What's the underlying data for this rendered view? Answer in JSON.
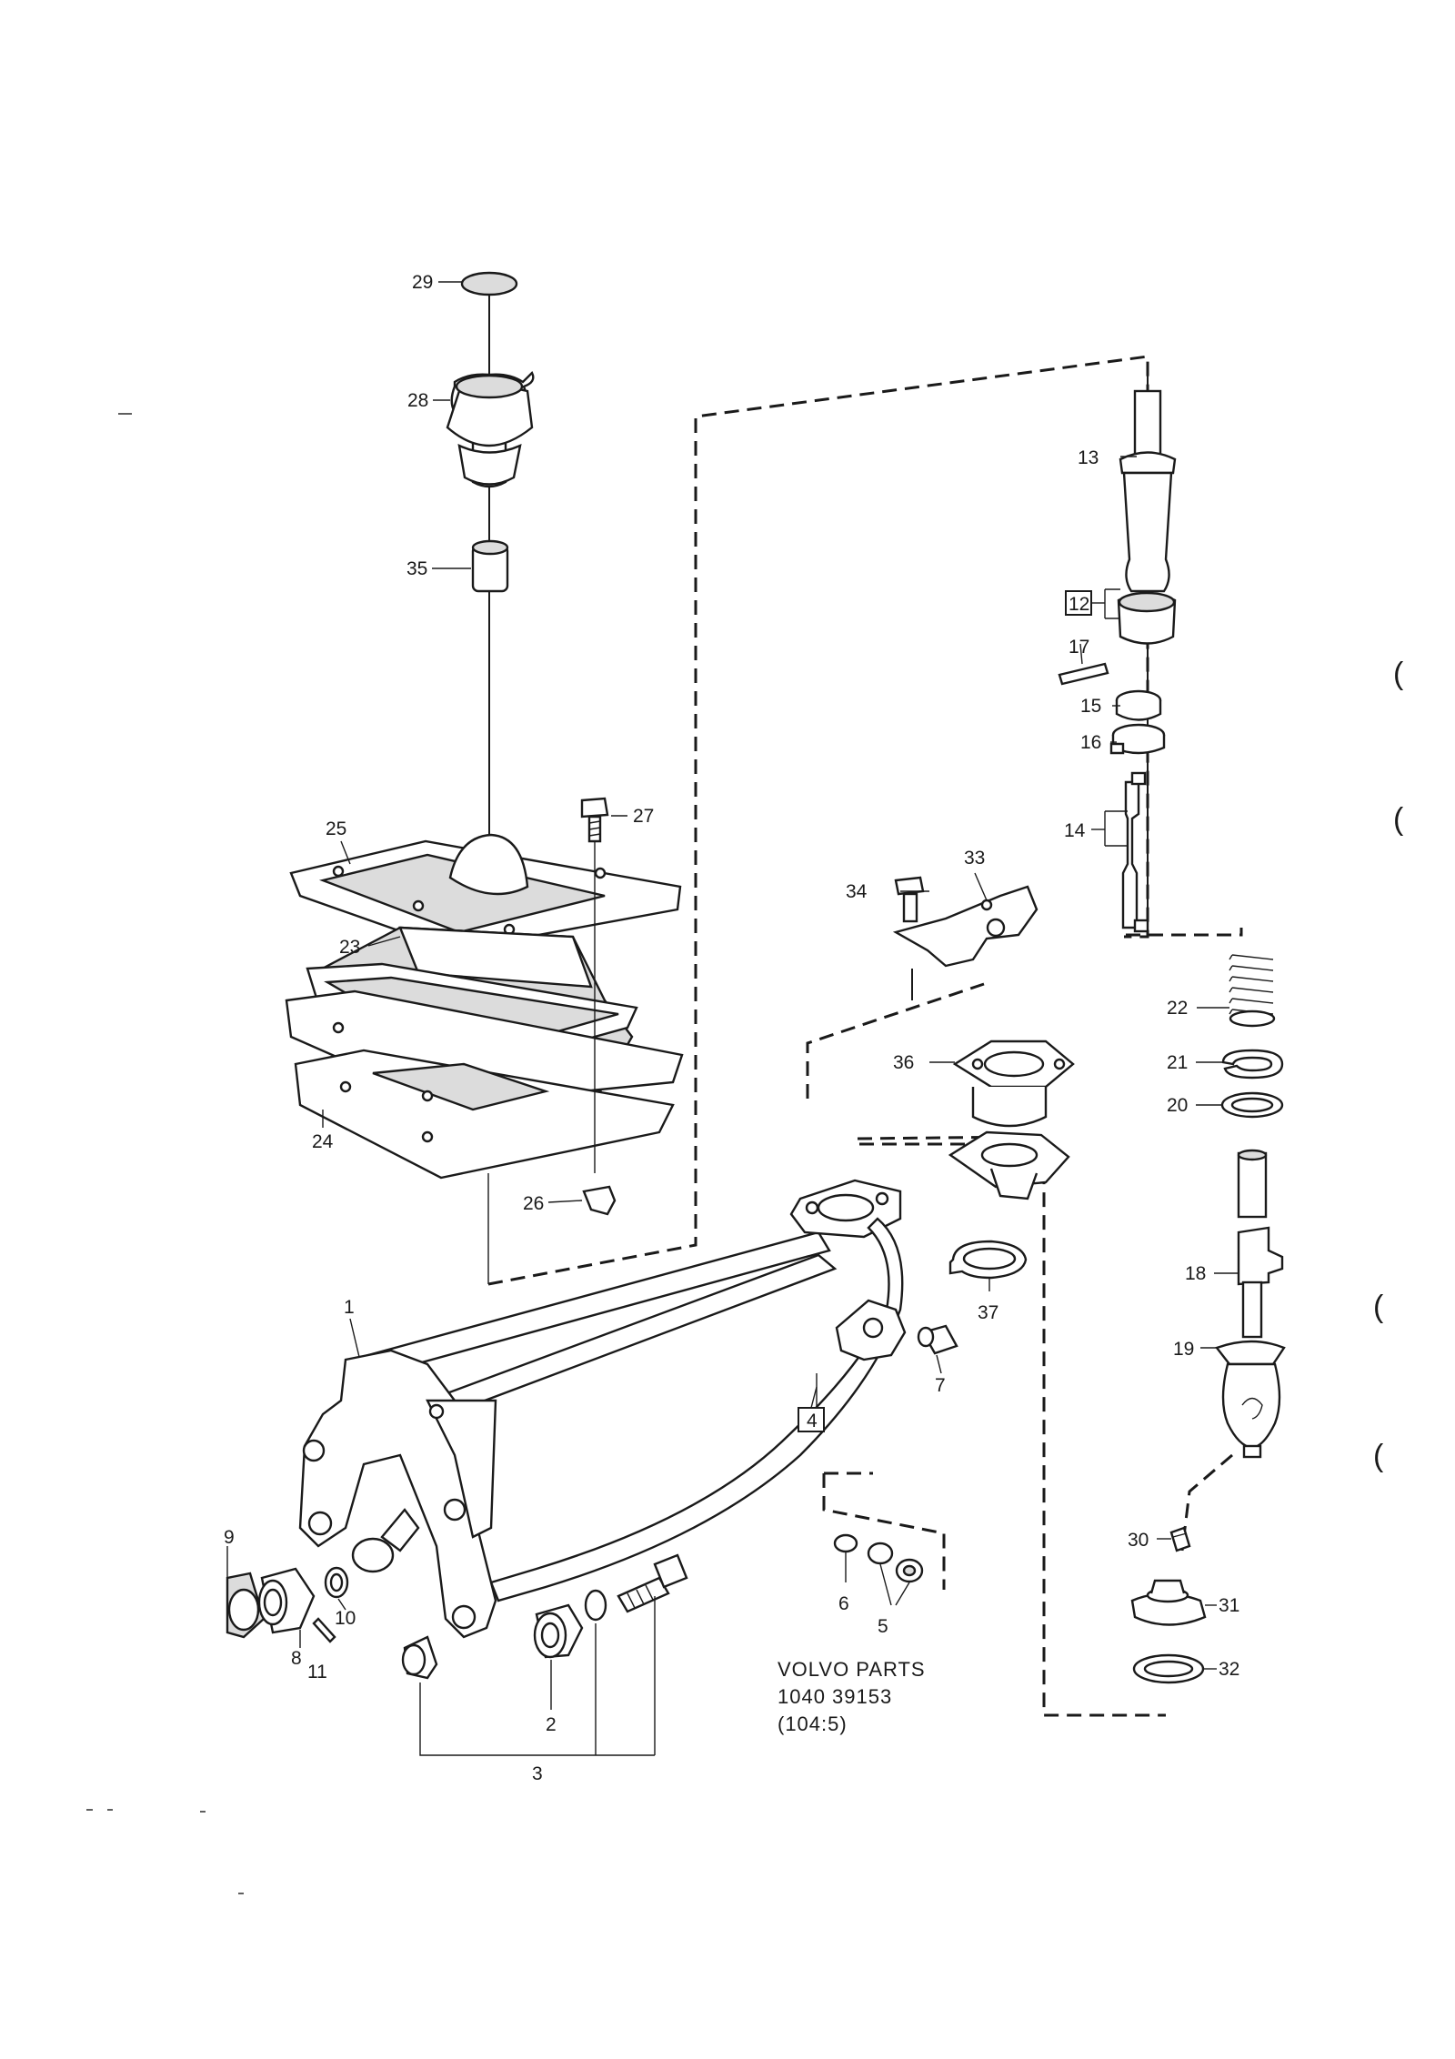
{
  "caption": {
    "line1": "VOLVO PARTS",
    "line2": "1040  39153",
    "line3": "(104:5)"
  },
  "callouts": {
    "p1": "1",
    "p2": "2",
    "p3": "3",
    "p4": "4",
    "p5": "5",
    "p6": "6",
    "p7": "7",
    "p8": "8",
    "p9": "9",
    "p10": "10",
    "p11": "11",
    "p12": "12",
    "p13": "13",
    "p14": "14",
    "p15": "15",
    "p16": "16",
    "p17": "17",
    "p18": "18",
    "p19": "19",
    "p20": "20",
    "p21": "21",
    "p22": "22",
    "p23": "23",
    "p24": "24",
    "p25": "25",
    "p26": "26",
    "p27": "27",
    "p28": "28",
    "p29": "29",
    "p30": "30",
    "p31": "31",
    "p32": "32",
    "p33": "33",
    "p34": "34",
    "p35": "35",
    "p36": "36",
    "p37": "37"
  },
  "margin_marks": [
    "(",
    "(",
    "(",
    "("
  ]
}
